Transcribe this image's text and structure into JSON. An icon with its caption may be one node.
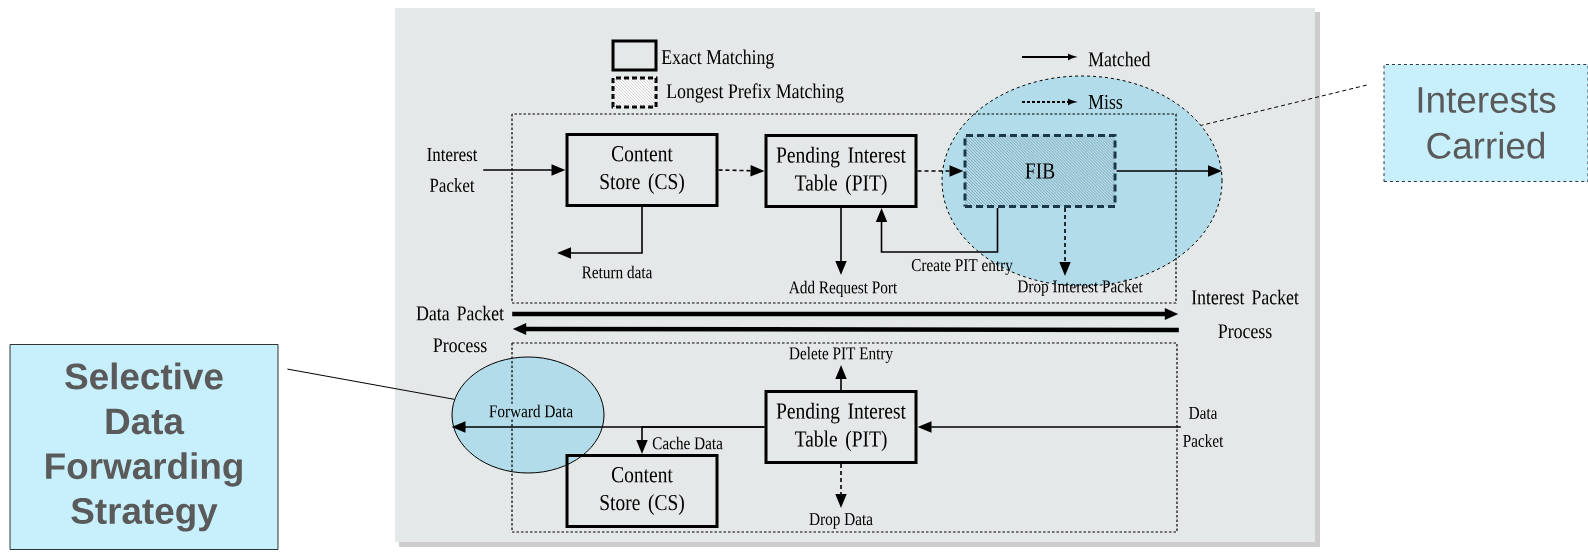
{
  "diagram": {
    "nodes": [
      {
        "text": [
          "Interest Packet"
        ]
      },
      {
        "text": [
          "Content Store (CS)"
        ]
      },
      {
        "text": [
          "Pending Interest Table (PIT)"
        ]
      },
      {
        "text": [
          "FIB"
        ],
        "in": 4
      },
      {
        "text": [],
        "shape": "circle"
      },
      {
        "text": [
          "Interests Carried"
        ]
      },
      {
        "text": [
          "Data Packet Process"
        ]
      },
      {
        "text": [
          "Interest Packet Process"
        ]
      },
      {
        "text": [
          "Selective Data Forwarding Strategy"
        ]
      },
      {
        "text": [],
        "shape": "circle"
      },
      {
        "text": [
          "Pending Interest Table (PIT)"
        ]
      },
      {
        "text": [
          "Data Packet"
        ]
      },
      {
        "text": [
          "Content Store (CS)"
        ]
      }
    ],
    "edges": [
      {
        "from": 0,
        "to": 1,
        "arrow": "to"
      },
      {
        "from": 1,
        "to": 2,
        "arrow": "to",
        "style": "dashed"
      },
      {
        "from": 2,
        "to": 3,
        "arrow": "to",
        "style": "dashed"
      },
      {
        "from": 1,
        "to": null,
        "arrow": "to",
        "label": "Return data"
      },
      {
        "from": 2,
        "to": null,
        "arrow": "to",
        "label": "Add Request Port"
      },
      {
        "from": 3,
        "to": 2,
        "arrow": "to",
        "label": "Create PIT entry"
      },
      {
        "from": 3,
        "to": null,
        "arrow": "to",
        "style": "dashed",
        "label": "Drop Interest Packet"
      },
      {
        "from": 3,
        "to": null,
        "arrow": "to"
      },
      {
        "from": 5,
        "to": 4,
        "arrow": "none",
        "style": "dashed"
      },
      {
        "from": 6,
        "to": 7,
        "arrow": "to",
        "style": "thick"
      },
      {
        "from": 7,
        "to": 6,
        "arrow": "to",
        "style": "thick"
      },
      {
        "from": 8,
        "to": 9,
        "arrow": "none"
      },
      {
        "from": 11,
        "to": 10,
        "arrow": "to"
      },
      {
        "from": 10,
        "to": 9,
        "arrow": "to",
        "label": "Forward Data"
      },
      {
        "from": 10,
        "to": 12,
        "arrow": "to",
        "label": "Cache Data"
      },
      {
        "from": 10,
        "to": null,
        "arrow": "to",
        "label": "Delete PIT Entry"
      },
      {
        "from": 10,
        "to": null,
        "arrow": "to",
        "style": "dashed",
        "label": "Drop Data"
      }
    ],
    "legend": [
      {
        "text": "Exact Matching"
      },
      {
        "text": "Longest Prefix Matching"
      },
      {
        "text": "Matched"
      },
      {
        "text": "Miss"
      }
    ]
  }
}
